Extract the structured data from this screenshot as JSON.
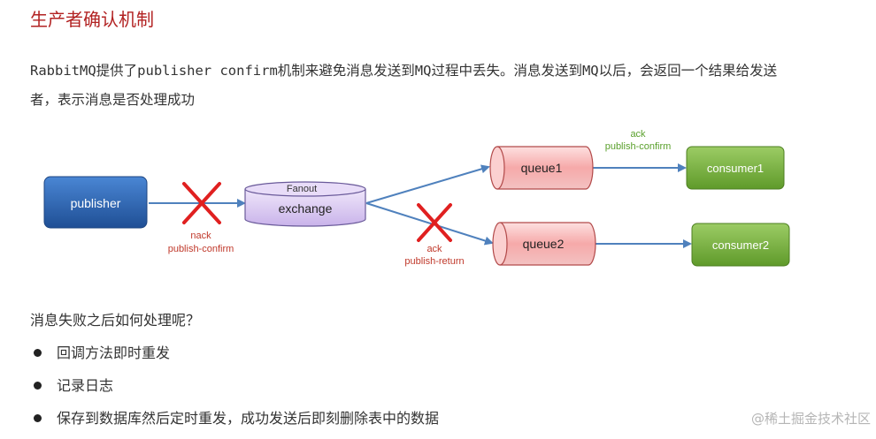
{
  "title": "生产者确认机制",
  "paragraph": {
    "line1": "RabbitMQ提供了publisher confirm机制来避免消息发送到MQ过程中丢失。消息发送到MQ以后，会返回一个结果给发送",
    "line2": "者，表示消息是否处理成功"
  },
  "diagram": {
    "publisher": "publisher",
    "exchange_tag": "Fanout",
    "exchange": "exchange",
    "queue1": "queue1",
    "queue2": "queue2",
    "consumer1": "consumer1",
    "consumer2": "consumer2",
    "nack_label": "nack",
    "nack_sub": "publish-confirm",
    "ack_confirm_label": "ack",
    "ack_confirm_sub": "publish-confirm",
    "ack_return_label": "ack",
    "ack_return_sub": "publish-return",
    "colors": {
      "publisher": "#2e6cb8",
      "exchange": "#d8c8f0",
      "queue": "#f8b8b8",
      "consumer": "#7cb342",
      "arrow": "#4f81bd",
      "cross": "#e02020",
      "nack_text": "#c0392b",
      "ack_text": "#5aa02c"
    }
  },
  "question": "消息失败之后如何处理呢？",
  "list": [
    "回调方法即时重发",
    "记录日志",
    "保存到数据库然后定时重发，成功发送后即刻删除表中的数据"
  ],
  "watermark": "@稀土掘金技术社区"
}
